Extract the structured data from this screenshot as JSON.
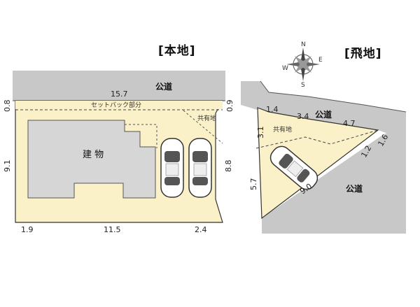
{
  "main": {
    "title": "[本地]",
    "road": "公道",
    "setback": "セットバック部分",
    "shared": "共有地",
    "building": "建 物",
    "dims": {
      "top": "15.7",
      "left_setback": "0.8",
      "right_setback": "0.9",
      "left": "9.1",
      "right": "8.8",
      "bottom_left": "1.9",
      "bottom_mid": "11.5",
      "bottom_right": "2.4"
    }
  },
  "annex": {
    "title": "[飛地]",
    "road_top": "公道",
    "road_bottom": "公道",
    "shared": "共有地",
    "dims": {
      "d1": "1.4",
      "d2": "3.4",
      "d3": "4.7",
      "d4": "3.1",
      "d5": "5.7",
      "d6": "9.0",
      "d7": "1.2",
      "d8": "1.6"
    }
  },
  "compass": {
    "n": "N",
    "e": "E",
    "s": "S",
    "w": "W"
  },
  "colors": {
    "road": "#c8c8c8",
    "lot": "#fbf1c9",
    "building": "#d6d6d6",
    "outline": "#333333"
  }
}
